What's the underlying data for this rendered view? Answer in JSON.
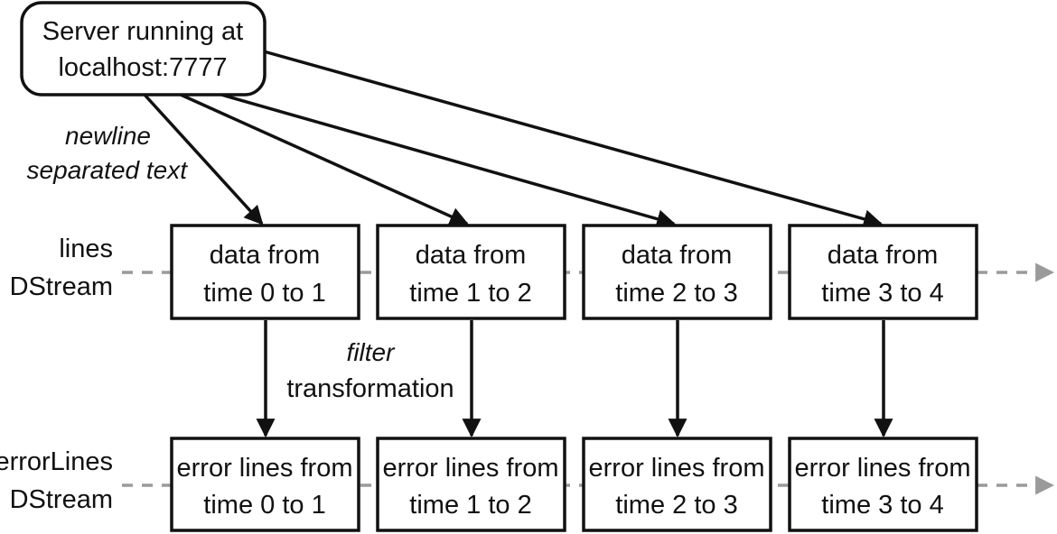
{
  "server": {
    "line1": "Server running at",
    "line2": "localhost:7777"
  },
  "annotations": {
    "newline_1": "newline",
    "newline_2": "separated text",
    "filter_1": "filter",
    "filter_2": "transformation"
  },
  "streams": {
    "lines": {
      "line1": "lines",
      "line2": "DStream"
    },
    "errorLines": {
      "line1": "errorLines",
      "line2": "DStream"
    }
  },
  "data_boxes": [
    {
      "line1": "data from",
      "line2": "time 0 to 1"
    },
    {
      "line1": "data from",
      "line2": "time 1 to 2"
    },
    {
      "line1": "data from",
      "line2": "time 2 to 3"
    },
    {
      "line1": "data from",
      "line2": "time 3 to 4"
    }
  ],
  "error_boxes": [
    {
      "line1": "error lines from",
      "line2": "time 0 to 1"
    },
    {
      "line1": "error lines from",
      "line2": "time 1 to 2"
    },
    {
      "line1": "error lines from",
      "line2": "time 2 to 3"
    },
    {
      "line1": "error lines from",
      "line2": "time 3 to 4"
    }
  ],
  "colors": {
    "ink": "#111111",
    "dashed": "#9a9a9a"
  }
}
